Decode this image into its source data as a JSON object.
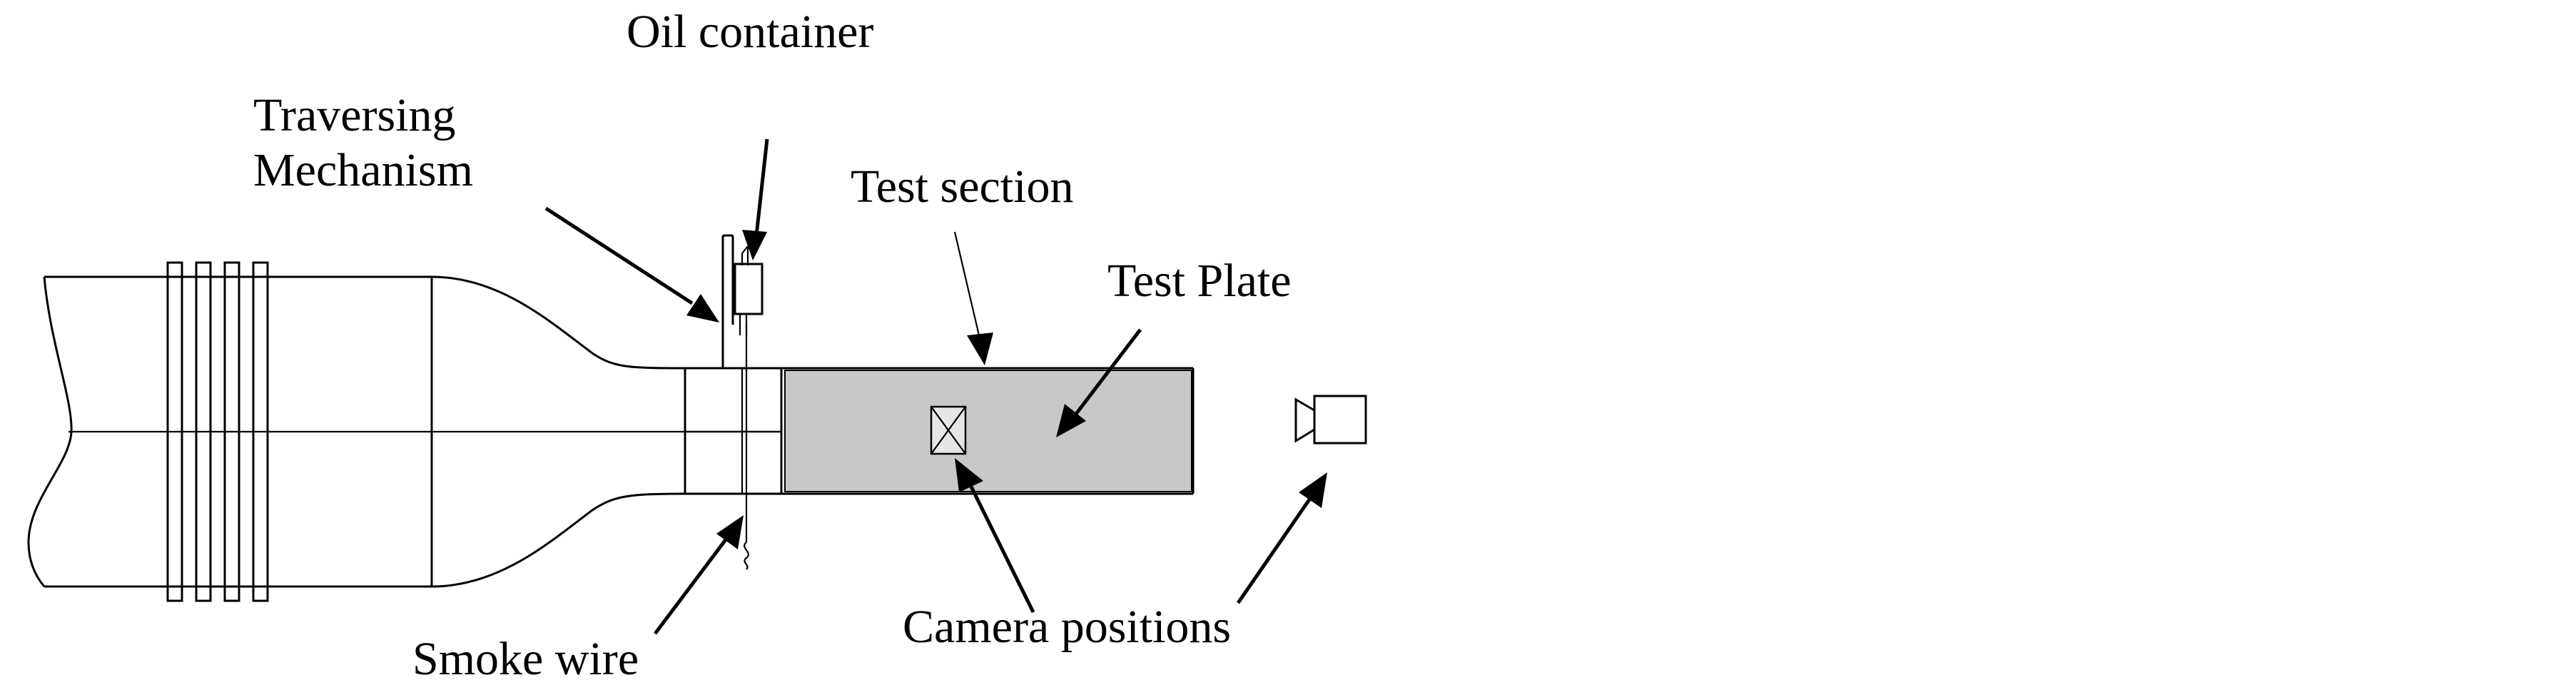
{
  "labels": {
    "oil_container": "Oil container",
    "traversing_line1": "Traversing",
    "traversing_line2": "Mechanism",
    "test_section": "Test section",
    "test_plate": "Test Plate",
    "smoke_wire": "Smoke wire",
    "camera_positions": "Camera positions"
  },
  "colors": {
    "line": "#000000",
    "test_plate_fill": "#c8c8c8",
    "background": "#ffffff"
  },
  "icons": [
    "camera-icon",
    "camera-position-marker-icon"
  ]
}
